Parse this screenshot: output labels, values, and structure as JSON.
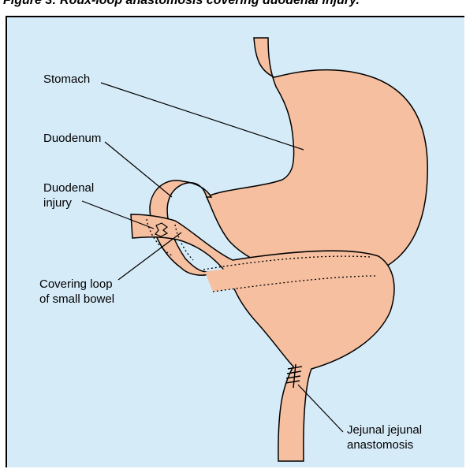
{
  "figure": {
    "title": "Figure 3: Roux-loop anastomosis covering duodenal injury."
  },
  "labels": {
    "stomach": "Stomach",
    "duodenum": "Duodenum",
    "duodenal_injury_line1": "Duodenal",
    "duodenal_injury_line2": "injury",
    "covering_loop_line1": "Covering loop",
    "covering_loop_line2": "of small bowel",
    "anastomosis_line1": "Jejunal jejunal",
    "anastomosis_line2": "anastomosis"
  },
  "colors": {
    "background": "#d6ebf8",
    "organ_fill": "#f5bfa0",
    "outline": "#000000"
  }
}
